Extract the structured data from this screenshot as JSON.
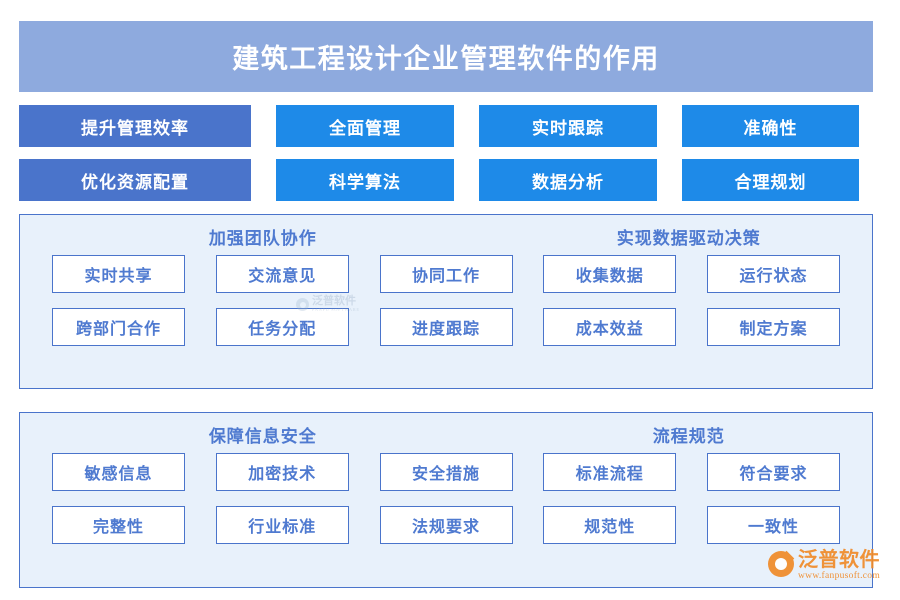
{
  "header": {
    "title": "建筑工程设计企业管理软件的作用",
    "bg_color": "#8eaade"
  },
  "tags": {
    "accent_muted": "#4a74cb",
    "accent_bright": "#1e8ae8",
    "rows": [
      [
        {
          "label": "提升管理效率",
          "style": "muted"
        },
        {
          "label": "全面管理",
          "style": "bright"
        },
        {
          "label": "实时跟踪",
          "style": "bright"
        },
        {
          "label": "准确性",
          "style": "bright"
        }
      ],
      [
        {
          "label": "优化资源配置",
          "style": "muted"
        },
        {
          "label": "科学算法",
          "style": "bright"
        },
        {
          "label": "数据分析",
          "style": "bright"
        },
        {
          "label": "合理规划",
          "style": "bright"
        }
      ]
    ]
  },
  "panels": [
    {
      "id": "collab",
      "heading_left": "加强团队协作",
      "heading_right": "实现数据驱动决策",
      "rows": [
        [
          "实时共享",
          "交流意见",
          "协同工作",
          "收集数据",
          "运行状态"
        ],
        [
          "跨部门合作",
          "任务分配",
          "进度跟踪",
          "成本效益",
          "制定方案"
        ]
      ]
    },
    {
      "id": "security",
      "heading_left": "保障信息安全",
      "heading_right": "流程规范",
      "rows": [
        [
          "敏感信息",
          "加密技术",
          "安全措施",
          "标准流程",
          "符合要求"
        ],
        [
          "完整性",
          "行业标准",
          "法规要求",
          "规范性",
          "一致性"
        ]
      ]
    }
  ],
  "watermarks": {
    "center": {
      "brand_cn": "泛普软件",
      "brand_en": "FANPU SOFTWARE"
    },
    "corner": {
      "brand_cn": "泛普软件",
      "url": "www.fanpusoft.com",
      "color": "#f08a28"
    }
  }
}
